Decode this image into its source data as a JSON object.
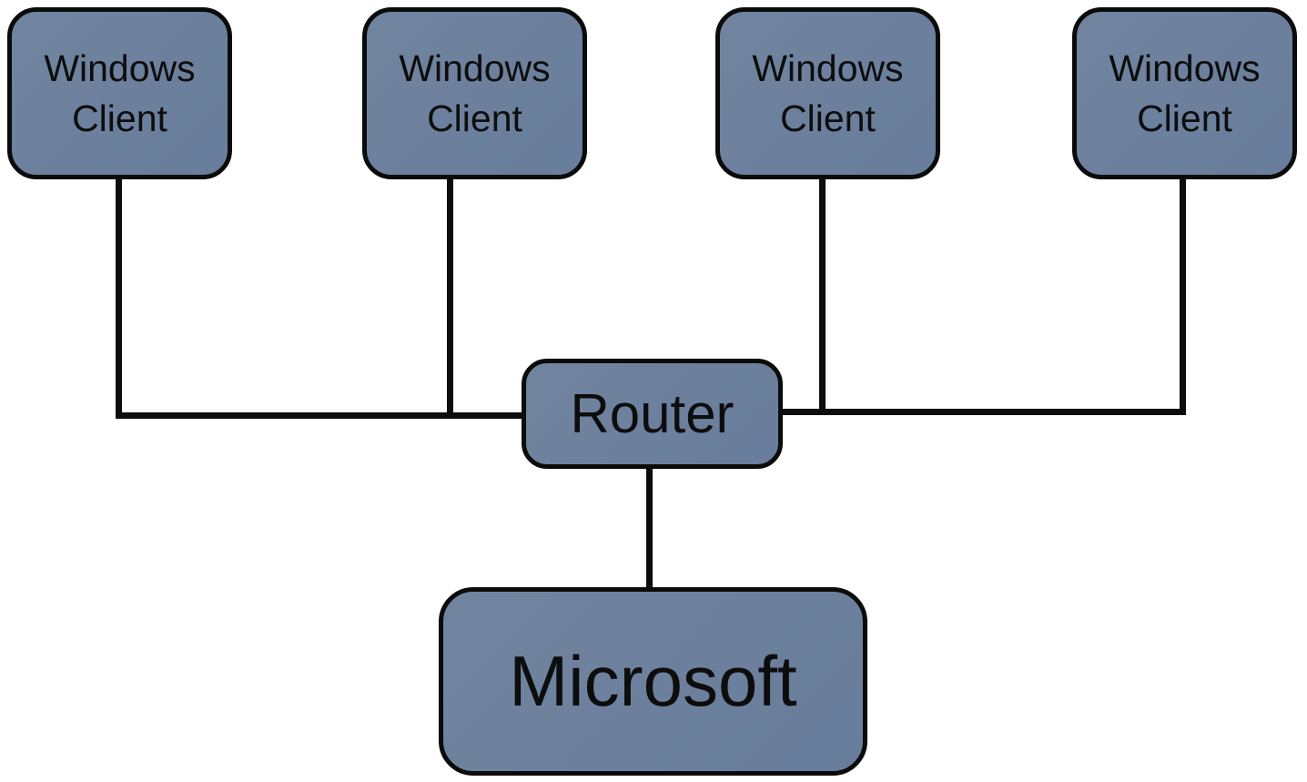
{
  "diagram": {
    "type": "network-topology",
    "background_color": "#ffffff",
    "node_fill_color": "#6d819e",
    "node_border_color": "#0b0b0b",
    "connector_color": "#0d0d0d",
    "client_nodes": {
      "count": 4,
      "label": "Windows Client",
      "label_line1": "Windows",
      "label_line2": "Client"
    },
    "router_node": {
      "label": "Router"
    },
    "server_node": {
      "label": "Microsoft"
    },
    "edges": [
      {
        "from": "windows-client-1",
        "to": "router"
      },
      {
        "from": "windows-client-2",
        "to": "router"
      },
      {
        "from": "windows-client-3",
        "to": "router"
      },
      {
        "from": "windows-client-4",
        "to": "router"
      },
      {
        "from": "router",
        "to": "microsoft"
      }
    ]
  }
}
